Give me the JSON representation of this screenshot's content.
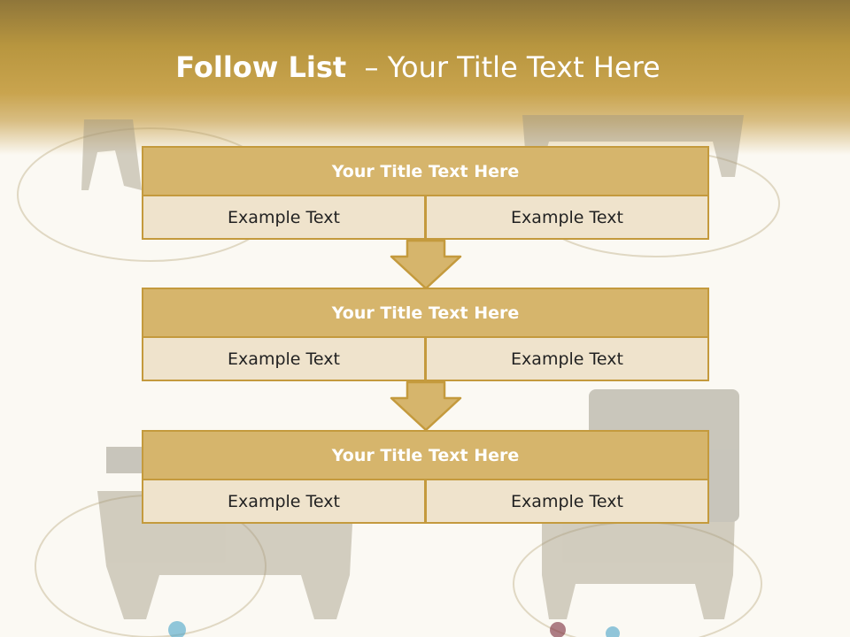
{
  "title": {
    "bold": "Follow List",
    "rest": "– Your Title Text Here"
  },
  "blocks": [
    {
      "heading": "Your Title Text Here",
      "cells": [
        "Example Text",
        "Example Text"
      ]
    },
    {
      "heading": "Your Title Text Here",
      "cells": [
        "Example Text",
        "Example Text"
      ]
    },
    {
      "heading": "Your Title Text Here",
      "cells": [
        "Example Text",
        "Example Text"
      ]
    }
  ],
  "colors": {
    "header_band": "#b8963f",
    "block_header": "#d6b56c",
    "block_cell": "#efe3cc",
    "border": "#c49a3d",
    "arrow": "#d6b56c"
  }
}
